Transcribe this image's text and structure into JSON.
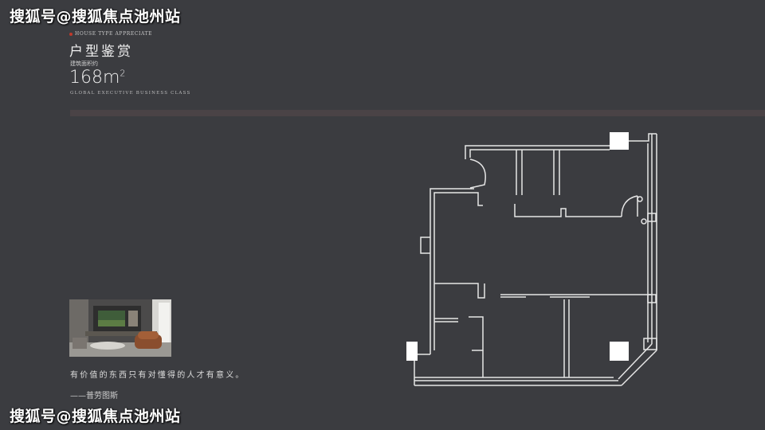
{
  "watermark": "搜狐号@搜狐焦点池州站",
  "header": {
    "eyebrow": "HOUSE TYPE APPRECIATE",
    "title": "户型鉴赏",
    "area_label": "建筑面积约",
    "area_value": "168m",
    "area_unit_sup": "2",
    "tagline": "GLOBAL EXECUTIVE BUSINESS CLASS"
  },
  "quote": {
    "text": "有价值的东西只有对懂得的人才有意义。",
    "author": "——普劳图斯"
  },
  "colors": {
    "background": "#3b3c40",
    "accent_dot": "#c0392b",
    "plan_line": "#e6e6e6",
    "divider": "#4a4346"
  }
}
